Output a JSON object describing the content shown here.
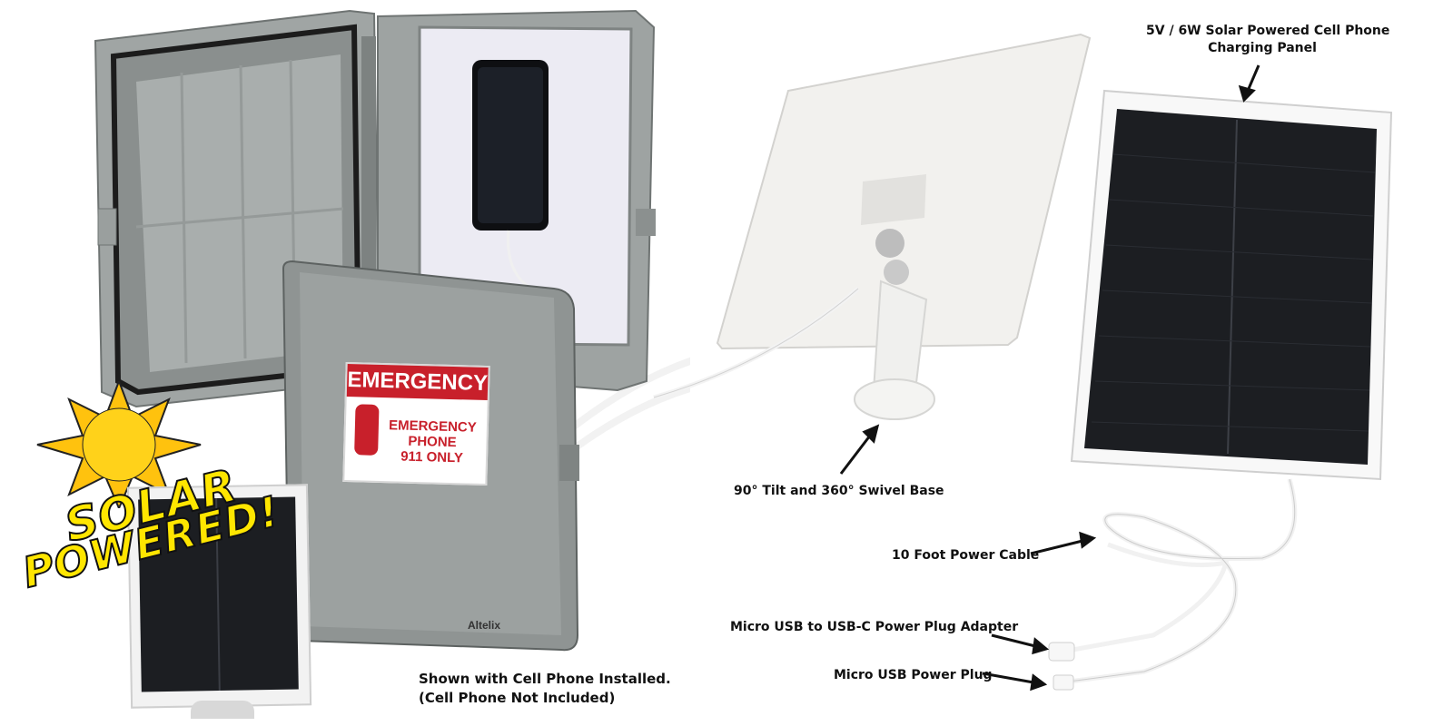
{
  "sticker": {
    "title": "EMERGENCY",
    "line1": "EMERGENCY",
    "line2": "PHONE",
    "line3": "911 ONLY"
  },
  "brand": "Altelix",
  "badge": {
    "line1": "SOLAR",
    "line2": "POWERED!"
  },
  "captions": {
    "installed_line1": "Shown with Cell Phone Installed.",
    "installed_line2": "(Cell Phone Not Included)"
  },
  "callouts": {
    "panel_line1": "5V / 6W Solar Powered Cell Phone",
    "panel_line2": "Charging Panel",
    "swivel": "90° Tilt and 360° Swivel Base",
    "cable": "10 Foot Power Cable",
    "adapter": "Micro USB to USB-C Power Plug Adapter",
    "plug": "Micro USB Power Plug"
  },
  "colors": {
    "enclosure": "#8f9493",
    "sticker_red": "#c8202b",
    "solar_yellow": "#ffe600",
    "panel_dark": "#1c1e22"
  }
}
